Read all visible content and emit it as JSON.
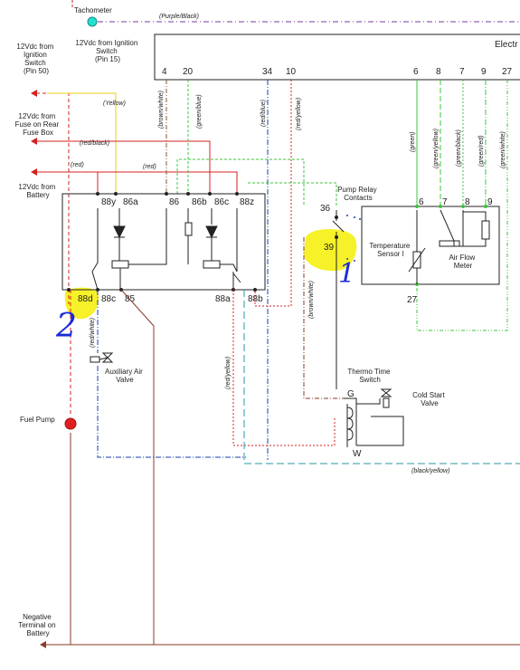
{
  "top": {
    "tachometer": "Tachometer",
    "purple_black": "(Purple/Black)",
    "ecu_title": "Electr"
  },
  "left_labels": {
    "ign50_l1": "12Vdc from",
    "ign50_l2": "Ignition",
    "ign50_l3": "Switch",
    "ign50_l4": "(Pin 50)",
    "ign15_l1": "12Vdc from Ignition",
    "ign15_l2": "Switch",
    "ign15_l3": "(Pin 15)",
    "fuse_l1": "12Vdc from",
    "fuse_l2": "Fuse on Rear",
    "fuse_l3": "Fuse Box",
    "bat_l1": "12Vdc from",
    "bat_l2": "Battery",
    "fuel_pump": "Fuel Pump",
    "neg_l1": "Negative",
    "neg_l2": "Terminal on",
    "neg_l3": "Battery"
  },
  "wire_labels": {
    "yellow": "(Yellow)",
    "red_black": "(red/black)",
    "red1": "(red)",
    "red2": "(red)",
    "brown_white": "(brown/white)",
    "green_blue": "(green/blue)",
    "red_blue": "(red/blue)",
    "red_yellow": "(red/yellow)",
    "green": "(green)",
    "green_yellow": "(green/yellow)",
    "green_black": "(green/black)",
    "green_red": "(green/red)",
    "green_white": "(green/white)",
    "red_white": "(red/white)",
    "brown_white2": "(brown/white)",
    "red_yellow2": "(red/yellow)",
    "black_yellow": "(black/yellow)"
  },
  "ecu_pins": [
    "4",
    "20",
    "34",
    "10",
    "6",
    "8",
    "7",
    "9",
    "27"
  ],
  "relay_pins_top": [
    "88y",
    "86a",
    "86",
    "86b",
    "86c",
    "88z"
  ],
  "relay_pins_bottom": [
    "88d",
    "88c",
    "85",
    "88a",
    "88b"
  ],
  "pump_contacts": {
    "title_l1": "Pump Relay",
    "title_l2": "Contacts",
    "pin36": "36",
    "pin39": "39"
  },
  "sensor_box": {
    "pin6": "6",
    "pin7": "7",
    "pin8": "8",
    "pin9": "9",
    "pin27": "27",
    "temp_l1": "Temperature",
    "temp_l2": "Sensor I",
    "afm_l1": "Air Flow",
    "afm_l2": "Meter"
  },
  "aux_air": {
    "l1": "Auxiliary Air",
    "l2": "Valve"
  },
  "thermo": {
    "l1": "Thermo Time",
    "l2": "Switch",
    "g": "G",
    "w": "W"
  },
  "cold_start": {
    "l1": "Cold Start",
    "l2": "Valve"
  },
  "annotations": {
    "hand_2": "2",
    "hand_1": "1"
  },
  "colors": {
    "red": "#d62020",
    "yellow": "#e8d21a",
    "green": "#3cc43c",
    "blue": "#1a3fb0",
    "teal": "#2a9aa8",
    "purple": "#7a3aa0",
    "highlight": "#f5ef12",
    "ink": "#1a2ad8"
  }
}
